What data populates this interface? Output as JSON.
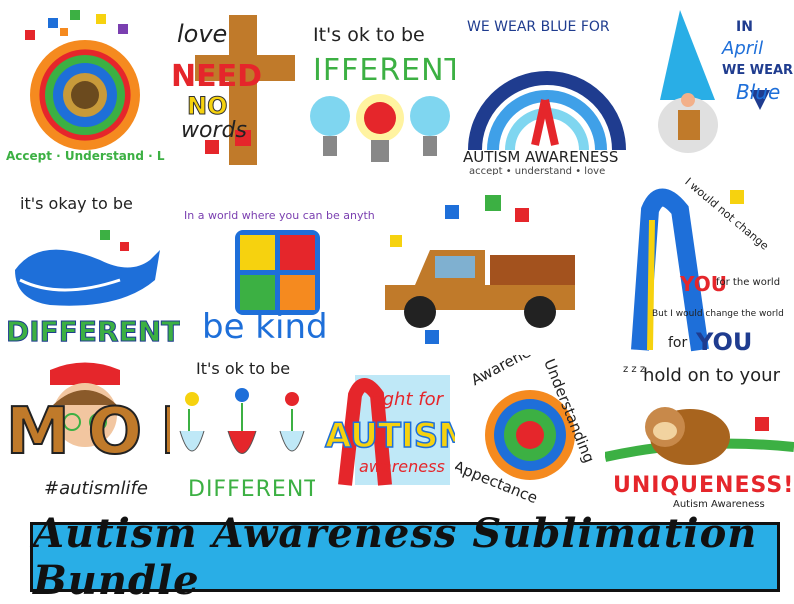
{
  "palette": {
    "red": "#e5262b",
    "orange": "#f58a1f",
    "yellow": "#f6d20f",
    "green": "#3cb043",
    "blue": "#1e6fd9",
    "navy": "#1f3c8f",
    "purple": "#7a3fb0",
    "banner": "#29aee6"
  },
  "designs": {
    "sunflower": {
      "text": "Accept · Understand · Love"
    },
    "love_cross": {
      "line1": "love",
      "line2": "NEED",
      "line3": "NO",
      "line4": "words"
    },
    "ok_different_bulbs": {
      "line1": "It's ok to be",
      "line2": "IFFERENT"
    },
    "rainbow": {
      "arc_text": "WE WEAR BLUE FOR",
      "title": "AUTISM AWARENESS",
      "subtitle": "accept • understand • love"
    },
    "gnome": {
      "line1": "IN",
      "line2": "April",
      "line3": "WE WEAR",
      "line4": "Blue"
    },
    "whale": {
      "line1": "it's okay to be",
      "line2": "DIFFERENT"
    },
    "be_kind": {
      "arc_text": "In a world where you can be anything",
      "line": "be kind"
    },
    "truck": {},
    "ribbon_you": {
      "line1": "I would not change",
      "line2": "YOU",
      "line3": "for the world",
      "line4": "But I would change the world",
      "line5": "for",
      "line6": "YOU"
    },
    "mom": {
      "word": "MOM",
      "hashtag": "#autismlife"
    },
    "vases": {
      "line1": "It's ok to be",
      "line2": "DIFFERENT"
    },
    "fight": {
      "line1": "fight for",
      "line2": "AUTISM",
      "line3": "awareness"
    },
    "flower_words": {
      "word1": "Awareness",
      "word2": "Understanding",
      "word3": "Appectance"
    },
    "sloth": {
      "sleep": "z z z",
      "line1": "hold on to your",
      "line2": "UNIQUENESS!",
      "line3": "Autism Awareness"
    }
  },
  "banner": {
    "text": "Autism Awareness Sublimation Bundle"
  }
}
